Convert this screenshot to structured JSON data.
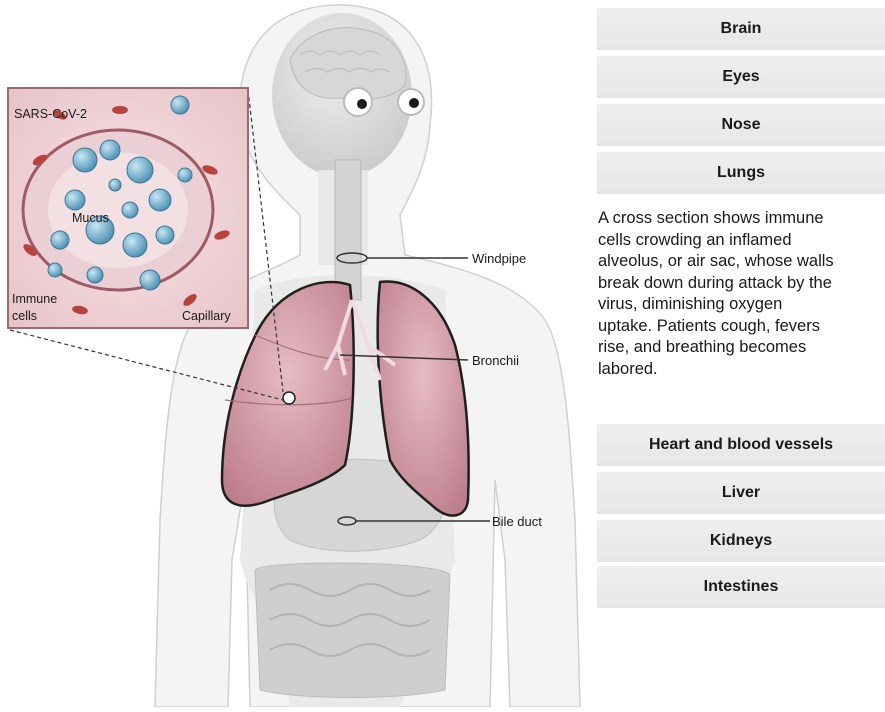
{
  "figure": {
    "labels": {
      "windpipe": "Windpipe",
      "bronchii": "Bronchii",
      "bile_duct": "Bile duct"
    },
    "inset": {
      "virus": "SARS-CoV-2",
      "mucus": "Mucus",
      "immune_line1": "Immune",
      "immune_line2": "cells",
      "capillary": "Capillary"
    }
  },
  "organ_menu_top": [
    {
      "label": "Brain"
    },
    {
      "label": "Eyes"
    },
    {
      "label": "Nose"
    },
    {
      "label": "Lungs"
    }
  ],
  "description": "A cross section shows immune\ncells crowding an inflamed\nalveolus, or air sac, whose walls\nbreak down during attack by the\nvirus, diminishing oxygen\nuptake. Patients cough, fevers\nrise, and breathing becomes\nlabored.",
  "organ_menu_bottom": [
    {
      "label": "Heart and blood vessels"
    },
    {
      "label": "Liver"
    },
    {
      "label": "Kidneys"
    },
    {
      "label": "Intestines"
    }
  ],
  "colors": {
    "lung": "#c98a98",
    "lung_light": "#e3b7c0",
    "body": "#e4e4e4",
    "button_bg": "#ececec",
    "virus": "#5aa3c7",
    "red_cell": "#b8423c"
  }
}
